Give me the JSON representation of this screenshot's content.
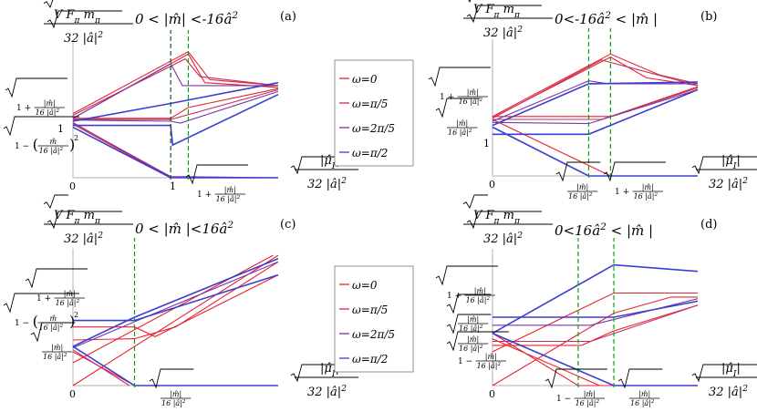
{
  "legend": {
    "entries": [
      {
        "label": "ω=0",
        "color": "#e8222f"
      },
      {
        "label": "ω=π/5",
        "color": "#c1305f"
      },
      {
        "label": "ω=2π/5",
        "color": "#7a36a6"
      },
      {
        "label": "ω=π/2",
        "color": "#3a3fcf"
      }
    ]
  },
  "colors": {
    "red": "#e8222f",
    "magenta": "#c1305f",
    "purple": "#7a36a6",
    "blue": "#3a3fcf",
    "guide": "#0e9d1c",
    "guide_dark": "#0d5b1e",
    "axis": "#b0b0b0"
  },
  "y_axis_label": {
    "top": "√V F",
    "sub_pi": "π",
    "m": " m",
    "bottom": "√32 |â|"
  },
  "x_axis_label": {
    "top": "|μ̂",
    "sub_I": "I",
    "bottom": "√32 |â|"
  },
  "panels": [
    {
      "id": "a",
      "tag": "(a)",
      "condition": "0 < |m̂| <-16â",
      "x_ticks": [
        {
          "text": "0"
        },
        {
          "text": "1"
        }
      ],
      "x_radical": [
        "1 + ",
        "|m̂|",
        "16 |â|"
      ],
      "y_labels": [
        {
          "kind": "frac-plus",
          "text": [
            "1 + ",
            "|m̂|",
            "16 |â|"
          ]
        },
        {
          "kind": "plain",
          "text": "1"
        },
        {
          "kind": "paren-minus",
          "text": [
            "1 − ",
            "m̂",
            "16 |â|"
          ]
        }
      ]
    },
    {
      "id": "b",
      "tag": "(b)",
      "condition": "0<-16â < |m̂ |",
      "x_radical_1": [
        "|m̂|",
        "16 |â|"
      ],
      "x_radical_2": [
        "1 + ",
        "|m̂|",
        "16 |â|"
      ],
      "x_ticks": [
        {
          "text": "0"
        }
      ],
      "y_labels": [
        {
          "kind": "frac-plus",
          "text": [
            "1 + ",
            "|m̂|",
            "16 |â|"
          ]
        },
        {
          "kind": "frac",
          "text": [
            "|m̂|",
            "16 |â|"
          ]
        },
        {
          "kind": "plain",
          "text": "1"
        }
      ]
    },
    {
      "id": "c",
      "tag": "(c)",
      "condition": "0 < |m̂ |<16â",
      "x_ticks": [
        {
          "text": "0"
        }
      ],
      "x_radical": [
        "|m̂|",
        "16 |â|"
      ],
      "y_labels": [
        {
          "kind": "frac-plus",
          "text": [
            "1 + ",
            "|m̂|",
            "16 |â|"
          ]
        },
        {
          "kind": "paren-minus",
          "text": [
            "1 − ",
            "m̂",
            "16 |â|"
          ]
        },
        {
          "kind": "frac",
          "text": [
            "|m̂|",
            "16 |â|"
          ]
        }
      ]
    },
    {
      "id": "d",
      "tag": "(d)",
      "condition": "0<16â < |m̂ |",
      "x_ticks": [
        {
          "text": "0"
        }
      ],
      "x_radical_1": [
        "1 − ",
        "|m̂|",
        "16 |â|"
      ],
      "x_radical_2": [
        "|m̂|",
        "16 |â|"
      ],
      "y_labels": [
        {
          "kind": "frac-plus",
          "text": [
            "1 + ",
            "|m̂|",
            "16 |â|"
          ]
        },
        {
          "kind": "frac",
          "text": [
            "|m̂|",
            "16 |â|"
          ]
        },
        {
          "kind": "frac",
          "text": [
            "|m̂|",
            "16 |â|"
          ]
        },
        {
          "kind": "frac-minus",
          "text": [
            "1 − ",
            "|m̂|",
            "16 |â|"
          ]
        }
      ]
    }
  ],
  "chart_data": [
    {
      "type": "line",
      "panel": "a",
      "x_guides": [
        1.0,
        1.18
      ],
      "series": [
        {
          "color_key": "red",
          "points": [
            [
              0,
              1.08
            ],
            [
              1.18,
              2.12
            ],
            [
              1.4,
              1.65
            ],
            [
              2.1,
              1.55
            ]
          ]
        },
        {
          "color_key": "red",
          "points": [
            [
              0,
              1.0
            ],
            [
              1.18,
              2.08
            ],
            [
              1.35,
              1.6
            ],
            [
              2.1,
              1.52
            ]
          ]
        },
        {
          "color_key": "red",
          "points": [
            [
              0,
              1.0
            ],
            [
              1.0,
              1.0
            ],
            [
              1.18,
              1.18
            ],
            [
              2.1,
              1.5
            ]
          ]
        },
        {
          "color_key": "red",
          "points": [
            [
              0,
              0.93
            ],
            [
              1.0,
              0.0
            ],
            [
              2.1,
              0.0
            ]
          ]
        },
        {
          "color_key": "red",
          "points": [
            [
              0,
              0.9
            ],
            [
              1.0,
              0.0
            ]
          ]
        },
        {
          "color_key": "magenta",
          "points": [
            [
              0,
              1.05
            ],
            [
              1.15,
              2.0
            ],
            [
              1.3,
              1.7
            ],
            [
              2.1,
              1.55
            ]
          ]
        },
        {
          "color_key": "magenta",
          "points": [
            [
              0,
              0.98
            ],
            [
              1.0,
              0.98
            ],
            [
              2.1,
              1.48
            ]
          ]
        },
        {
          "color_key": "purple",
          "points": [
            [
              0,
              1.0
            ],
            [
              1.0,
              1.92
            ],
            [
              1.12,
              1.55
            ],
            [
              2.1,
              1.55
            ]
          ]
        },
        {
          "color_key": "purple",
          "points": [
            [
              0,
              0.97
            ],
            [
              1.0,
              0.95
            ],
            [
              1.1,
              0.92
            ],
            [
              2.1,
              1.45
            ]
          ]
        },
        {
          "color_key": "purple",
          "points": [
            [
              0,
              0.92
            ],
            [
              1.0,
              0.02
            ],
            [
              2.1,
              0.0
            ]
          ]
        },
        {
          "color_key": "blue",
          "points": [
            [
              0,
              0.95
            ],
            [
              1.0,
              1.25
            ],
            [
              2.1,
              1.6
            ]
          ]
        },
        {
          "color_key": "blue",
          "points": [
            [
              0,
              0.88
            ],
            [
              1.0,
              0.88
            ],
            [
              1.02,
              0.55
            ],
            [
              2.1,
              1.4
            ]
          ]
        },
        {
          "color_key": "blue",
          "points": [
            [
              0,
              0.85
            ],
            [
              1.0,
              0.0
            ],
            [
              2.1,
              0.0
            ]
          ]
        }
      ]
    },
    {
      "type": "line",
      "panel": "b",
      "x_guides": [
        0.75,
        0.92
      ],
      "series": [
        {
          "color_key": "red",
          "points": [
            [
              0,
              1.0
            ],
            [
              0.92,
              2.05
            ],
            [
              1.3,
              1.7
            ],
            [
              1.6,
              1.55
            ]
          ]
        },
        {
          "color_key": "red",
          "points": [
            [
              0,
              0.98
            ],
            [
              0.92,
              2.0
            ],
            [
              1.2,
              1.65
            ],
            [
              1.6,
              1.52
            ]
          ]
        },
        {
          "color_key": "red",
          "points": [
            [
              0,
              1.0
            ],
            [
              0.92,
              1.0
            ],
            [
              1.6,
              1.5
            ]
          ]
        },
        {
          "color_key": "red",
          "points": [
            [
              0,
              0.95
            ],
            [
              0.92,
              0.0
            ],
            [
              1.6,
              0.0
            ]
          ]
        },
        {
          "color_key": "magenta",
          "points": [
            [
              0,
              0.97
            ],
            [
              0.85,
              1.95
            ],
            [
              1.6,
              1.52
            ]
          ]
        },
        {
          "color_key": "magenta",
          "points": [
            [
              0,
              0.95
            ],
            [
              0.85,
              0.95
            ],
            [
              1.6,
              1.48
            ]
          ]
        },
        {
          "color_key": "purple",
          "points": [
            [
              0,
              0.92
            ],
            [
              0.75,
              1.6
            ],
            [
              0.9,
              1.55
            ],
            [
              1.6,
              1.55
            ]
          ]
        },
        {
          "color_key": "purple",
          "points": [
            [
              0,
              0.9
            ],
            [
              0.75,
              0.88
            ],
            [
              1.6,
              1.45
            ]
          ]
        },
        {
          "color_key": "blue",
          "points": [
            [
              0,
              0.85
            ],
            [
              0.75,
              1.55
            ],
            [
              1.6,
              1.58
            ]
          ]
        },
        {
          "color_key": "blue",
          "points": [
            [
              0,
              0.7
            ],
            [
              0.75,
              0.7
            ],
            [
              1.6,
              1.45
            ]
          ]
        },
        {
          "color_key": "blue",
          "points": [
            [
              0,
              0.82
            ],
            [
              0.75,
              0.0
            ],
            [
              1.6,
              0.0
            ]
          ]
        }
      ]
    },
    {
      "type": "line",
      "panel": "c",
      "x_guides": [
        0.6
      ],
      "series": [
        {
          "color_key": "red",
          "points": [
            [
              0,
              0.0
            ],
            [
              2.0,
              2.0
            ]
          ]
        },
        {
          "color_key": "red",
          "points": [
            [
              0,
              0.35
            ],
            [
              1.95,
              2.0
            ]
          ]
        },
        {
          "color_key": "red",
          "points": [
            [
              0,
              0.7
            ],
            [
              0.6,
              0.72
            ],
            [
              1.0,
              0.9
            ],
            [
              2.0,
              1.9
            ]
          ]
        },
        {
          "color_key": "red",
          "points": [
            [
              0,
              0.9
            ],
            [
              0.6,
              0.9
            ],
            [
              0.8,
              0.75
            ],
            [
              2.0,
              1.7
            ]
          ]
        },
        {
          "color_key": "red",
          "points": [
            [
              0,
              0.52
            ],
            [
              0.6,
              0.0
            ],
            [
              2.0,
              0.0
            ]
          ]
        },
        {
          "color_key": "magenta",
          "points": [
            [
              0,
              0.55
            ],
            [
              0.55,
              0.0
            ]
          ]
        },
        {
          "color_key": "purple",
          "points": [
            [
              0,
              0.58
            ],
            [
              0.6,
              0.98
            ],
            [
              2.0,
              1.9
            ]
          ]
        },
        {
          "color_key": "blue",
          "points": [
            [
              0,
              0.6
            ],
            [
              0.6,
              1.05
            ],
            [
              2.0,
              1.95
            ]
          ]
        },
        {
          "color_key": "blue",
          "points": [
            [
              0,
              1.0
            ],
            [
              0.6,
              1.0
            ],
            [
              2.0,
              1.7
            ]
          ]
        },
        {
          "color_key": "blue",
          "points": [
            [
              0,
              0.6
            ],
            [
              0.6,
              0.0
            ],
            [
              2.0,
              0.0
            ]
          ]
        }
      ]
    },
    {
      "type": "line",
      "panel": "d",
      "x_guides": [
        0.48,
        0.68
      ],
      "series": [
        {
          "color_key": "red",
          "points": [
            [
              0,
              0.0
            ],
            [
              0.68,
              0.9
            ],
            [
              1.0,
              1.1
            ],
            [
              1.15,
              1.1
            ]
          ]
        },
        {
          "color_key": "red",
          "points": [
            [
              0,
              0.42
            ],
            [
              0.68,
              1.15
            ],
            [
              1.15,
              1.15
            ]
          ]
        },
        {
          "color_key": "red",
          "points": [
            [
              0,
              0.5
            ],
            [
              0.5,
              0.5
            ],
            [
              0.68,
              0.68
            ],
            [
              1.15,
              1.0
            ]
          ]
        },
        {
          "color_key": "red",
          "points": [
            [
              0,
              0.65
            ],
            [
              0.48,
              0.0
            ],
            [
              1.15,
              0.0
            ]
          ]
        },
        {
          "color_key": "red",
          "points": [
            [
              0,
              0.58
            ],
            [
              0.6,
              0.0
            ]
          ]
        },
        {
          "color_key": "magenta",
          "points": [
            [
              0,
              0.55
            ],
            [
              0.55,
              0.55
            ],
            [
              1.15,
              1.0
            ]
          ]
        },
        {
          "color_key": "purple",
          "points": [
            [
              0,
              0.75
            ],
            [
              0.55,
              0.75
            ],
            [
              1.15,
              1.08
            ]
          ]
        },
        {
          "color_key": "blue",
          "points": [
            [
              0,
              0.65
            ],
            [
              0.68,
              1.5
            ],
            [
              1.15,
              1.42
            ]
          ]
        },
        {
          "color_key": "blue",
          "points": [
            [
              0,
              0.85
            ],
            [
              0.68,
              0.85
            ],
            [
              1.15,
              1.05
            ]
          ]
        },
        {
          "color_key": "blue",
          "points": [
            [
              0,
              0.65
            ],
            [
              0.68,
              0.0
            ],
            [
              1.15,
              0.0
            ]
          ]
        }
      ]
    }
  ]
}
